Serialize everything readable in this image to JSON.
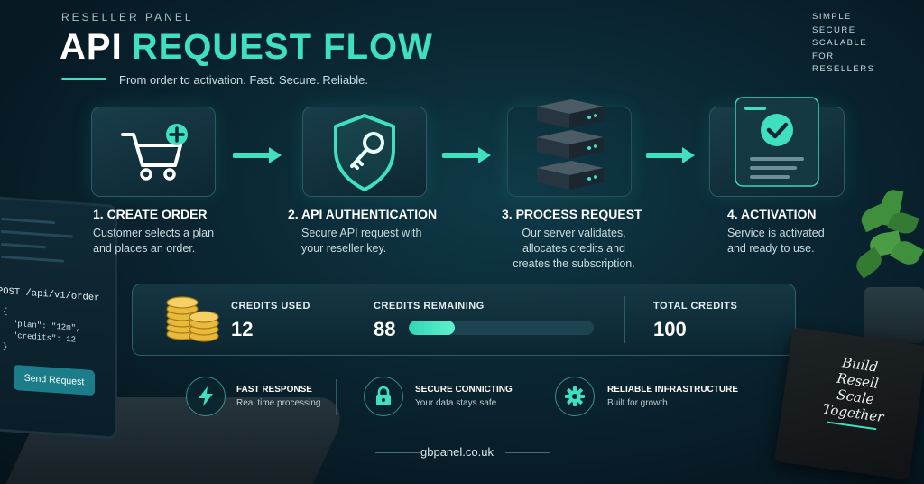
{
  "header": {
    "eyebrow": "RESELLER PANEL",
    "title_part1": "API",
    "title_part2": "REQUEST FLOW",
    "subtitle": "From order to activation. Fast. Secure. Reliable."
  },
  "taglines": [
    "SIMPLE",
    "SECURE",
    "SCALABLE",
    "FOR RESELLERS"
  ],
  "steps": [
    {
      "title": "1. CREATE ORDER",
      "desc1": "Customer selects a plan",
      "desc2": "and places an order.",
      "icon": "cart-plus-icon"
    },
    {
      "title": "2. API AUTHENTICATION",
      "desc1": "Secure API request with",
      "desc2": "your reseller key.",
      "icon": "shield-key-icon"
    },
    {
      "title": "3. PROCESS REQUEST",
      "desc1": "Our server validates,",
      "desc2": "allocates credits and",
      "desc3": "creates the subscription.",
      "icon": "server-stack-icon"
    },
    {
      "title": "4. ACTIVATION",
      "desc1": "Service is activated",
      "desc2": "and ready to use.",
      "icon": "check-document-icon"
    }
  ],
  "credits": {
    "used_label": "CREDITS USED",
    "used_value": "12",
    "remaining_label": "CREDITS REMAINING",
    "remaining_value": "88",
    "remaining_fraction": 0.25,
    "total_label": "TOTAL CREDITS",
    "total_value": "100",
    "icon": "coins-icon"
  },
  "features": [
    {
      "title": "FAST RESPONSE",
      "sub": "Real time processing",
      "icon": "lightning-icon"
    },
    {
      "title": "SECURE CONNICTING",
      "sub": "Your data stays safe",
      "icon": "lock-icon"
    },
    {
      "title": "RELIABLE INFRASTRUCTURE",
      "sub": "Built for growth",
      "icon": "gear-icon"
    }
  ],
  "footer": {
    "domain": "gbpanel.co.uk"
  },
  "laptop": {
    "endpoint": "POST /api/v1/order",
    "code": "{\n  \"plan\": \"12m\",\n  \"credits\": 12\n}",
    "button": "Send Request"
  },
  "notebook": {
    "line1": "Build",
    "line2": "Resell",
    "line3": "Scale",
    "line4": "Together"
  },
  "colors": {
    "accent": "#3fe0c0",
    "background": "#0a2733"
  }
}
